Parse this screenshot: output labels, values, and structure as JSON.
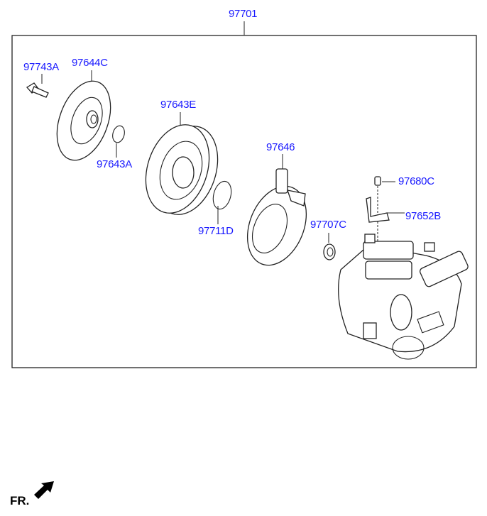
{
  "diagram": {
    "assembly_label": "97701",
    "parts": [
      {
        "id": "97743A",
        "label": "97743A"
      },
      {
        "id": "97644C",
        "label": "97644C"
      },
      {
        "id": "97643E",
        "label": "97643E"
      },
      {
        "id": "97643A",
        "label": "97643A"
      },
      {
        "id": "97646",
        "label": "97646"
      },
      {
        "id": "97711D",
        "label": "97711D"
      },
      {
        "id": "97680C",
        "label": "97680C"
      },
      {
        "id": "97652B",
        "label": "97652B"
      },
      {
        "id": "97707C",
        "label": "97707C"
      }
    ],
    "direction_label": "FR.",
    "label_color": "#1a1aff"
  }
}
